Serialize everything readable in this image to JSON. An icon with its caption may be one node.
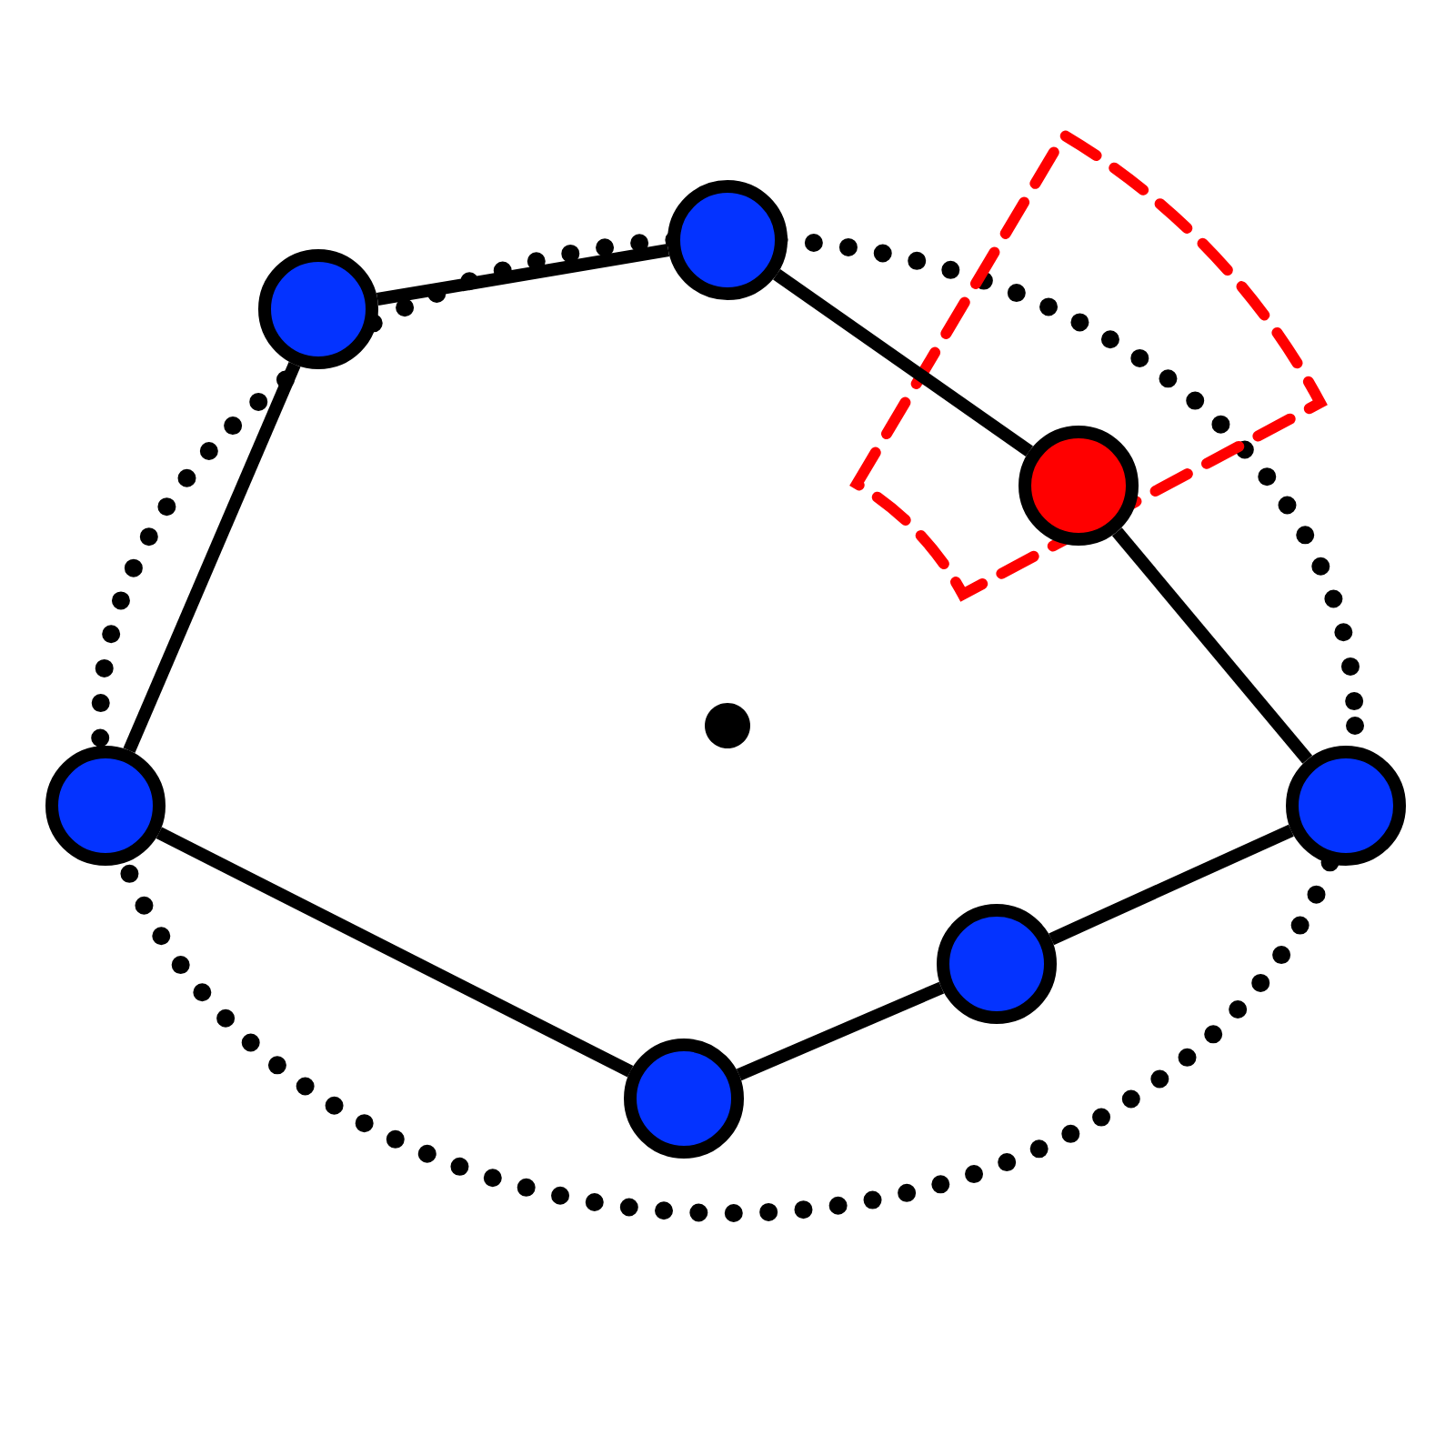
{
  "diagram": {
    "nodes": [
      {
        "text": [],
        "shape": "circle"
      },
      {
        "text": [],
        "shape": "circle"
      },
      {
        "text": [],
        "shape": "circle"
      },
      {
        "text": [],
        "shape": "circle"
      },
      {
        "text": [],
        "shape": "circle"
      },
      {
        "text": [],
        "shape": "circle"
      },
      {
        "text": [],
        "shape": "circle"
      }
    ],
    "edges": [
      {
        "from": 0,
        "to": 1,
        "arrow": "none"
      },
      {
        "from": 1,
        "to": 3,
        "arrow": "none"
      },
      {
        "from": 3,
        "to": 5,
        "arrow": "none"
      },
      {
        "from": 5,
        "to": 6,
        "arrow": "none"
      },
      {
        "from": 6,
        "to": 4,
        "arrow": "none"
      },
      {
        "from": 4,
        "to": 2,
        "arrow": "none"
      },
      {
        "from": 2,
        "to": 0,
        "arrow": "none"
      }
    ]
  }
}
